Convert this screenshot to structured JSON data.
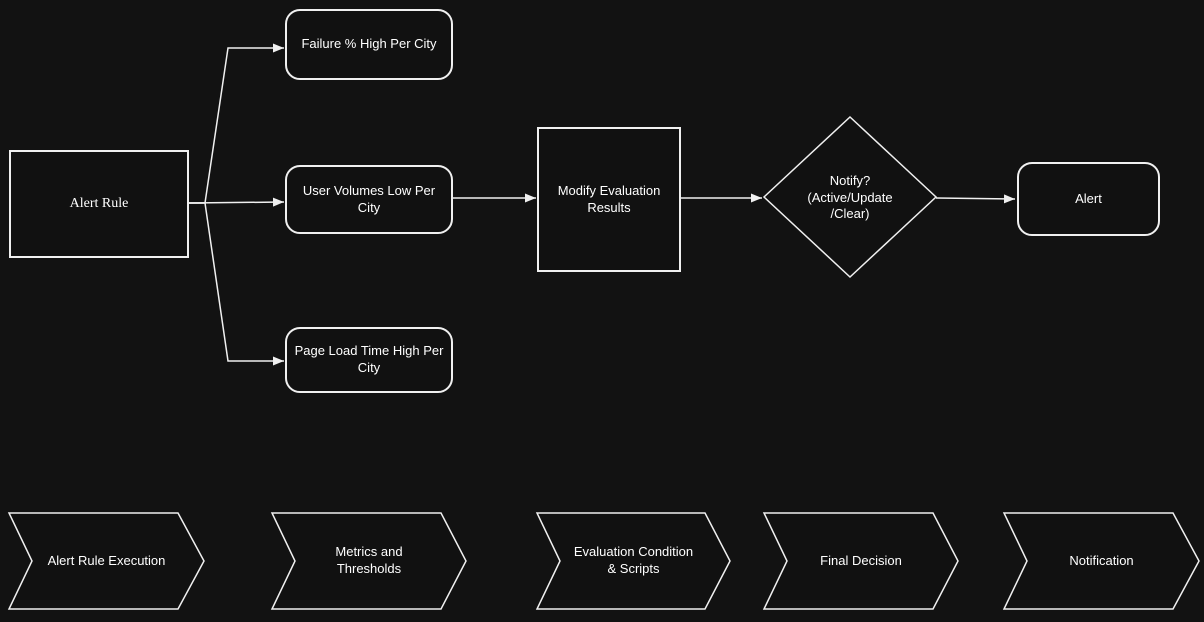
{
  "canvas": {
    "background": "#121212",
    "stroke_color": "#f0f0f0",
    "text_color": "#ffffff"
  },
  "nodes": {
    "alert_rule": {
      "label": "Alert Rule",
      "shape": "rectangle"
    },
    "failure_high_per_city": {
      "label": "Failure % High Per City",
      "shape": "rounded-rectangle"
    },
    "user_volumes_low_per_city": {
      "label": "User Volumes Low Per\nCity",
      "shape": "rounded-rectangle"
    },
    "page_load_time_high_per_city": {
      "label": "Page Load Time High Per\nCity",
      "shape": "rounded-rectangle"
    },
    "modify_evaluation_results": {
      "label": "Modify Evaluation\nResults",
      "shape": "rectangle"
    },
    "notify_decision": {
      "label": "Notify?\n(Active/Update\n/Clear)",
      "shape": "diamond"
    },
    "alert": {
      "label": "Alert",
      "shape": "rounded-rectangle"
    }
  },
  "edges": [
    {
      "from": "alert_rule",
      "to": "failure_high_per_city"
    },
    {
      "from": "alert_rule",
      "to": "user_volumes_low_per_city"
    },
    {
      "from": "alert_rule",
      "to": "page_load_time_high_per_city"
    },
    {
      "from": "user_volumes_low_per_city",
      "to": "modify_evaluation_results"
    },
    {
      "from": "modify_evaluation_results",
      "to": "notify_decision"
    },
    {
      "from": "notify_decision",
      "to": "alert"
    }
  ],
  "stages": [
    {
      "label": "Alert Rule Execution"
    },
    {
      "label": "Metrics and\nThresholds"
    },
    {
      "label": "Evaluation Condition\n& Scripts"
    },
    {
      "label": "Final Decision"
    },
    {
      "label": "Notification"
    }
  ]
}
